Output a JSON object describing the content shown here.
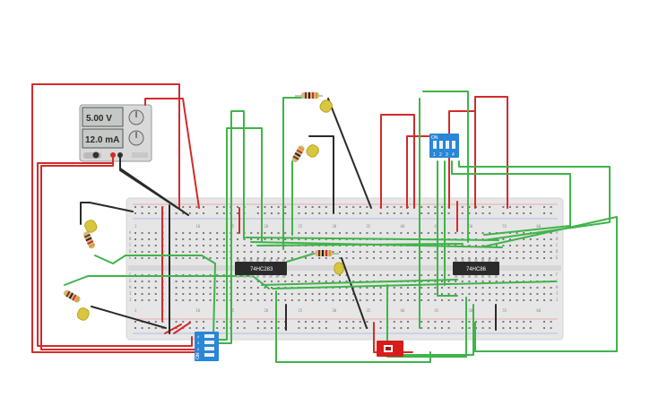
{
  "power_supply": {
    "voltage": "5.00 V",
    "current": "12.0 mA"
  },
  "chips": [
    {
      "label": "74HC283"
    },
    {
      "label": "74HC86"
    }
  ],
  "dip_switch_top": {
    "on_label": "ON",
    "pin_labels": [
      "1",
      "2",
      "3",
      "4"
    ]
  },
  "dip_switch_bottom": {
    "on_label": "ON",
    "pin_labels": [
      "1",
      "2",
      "3",
      "4"
    ]
  },
  "breadboard": {
    "column_marks": [
      "1",
      "5",
      "10",
      "15",
      "20",
      "25",
      "30",
      "35",
      "40",
      "45",
      "50",
      "55",
      "60"
    ],
    "row_letters_top": [
      "A",
      "B",
      "C",
      "D",
      "E"
    ],
    "row_letters_bottom": [
      "F",
      "G",
      "H",
      "I",
      "J"
    ]
  },
  "colors": {
    "wire_red": "#d42a2a",
    "wire_green": "#3fb44a",
    "wire_black": "#2a2a2a",
    "board": "#e6e6e6",
    "chip": "#2b2b2b",
    "dip_switch": "#2a86d6",
    "slide_switch": "#d81b1b",
    "led_yellow": "#d8c640",
    "resistor": "#d8b57e"
  }
}
